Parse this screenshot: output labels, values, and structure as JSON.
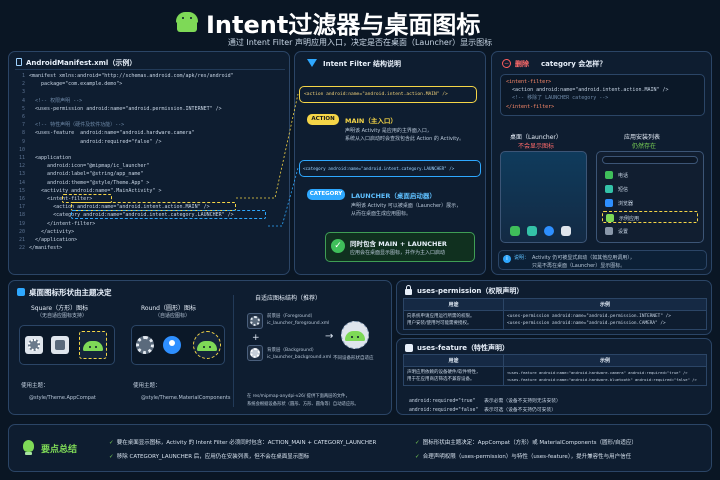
{
  "title": "Intent过滤器与桌面图标",
  "subtitle": "通过 Intent Filter 声明应用入口，决定是否在桌面（Launcher）显示图标",
  "manifest": {
    "title": "AndroidManifest.xml（示例）",
    "lines": [
      "<manifest xmlns:android=\"http://schemas.android.com/apk/res/android\"",
      "    package=\"com.example.demo\">",
      "",
      "  <!-- 权限声明 -->",
      "  <uses-permission android:name=\"android.permission.INTERNET\" />",
      "",
      "  <!-- 特性声明（硬件及软件功能）-->",
      "  <uses-feature  android:name=\"android.hardware.camera\"",
      "                 android:required=\"false\" />",
      "",
      "  <application",
      "      android:icon=\"@mipmap/ic_launcher\"",
      "      android:label=\"@string/app_name\"",
      "      android:theme=\"@style/Theme.App\" >",
      "    <activity android:name=\".MainActivity\" >",
      "      <intent-filter>",
      "        <action android:name=\"android.intent.action.MAIN\" />",
      "        <category android:name=\"android.intent.category.LAUNCHER\" />",
      "      </intent-filter>",
      "    </activity>",
      "  </application>",
      "</manifest>"
    ],
    "numbers": [
      "1",
      "2",
      "3",
      "4",
      "5",
      "6",
      "7",
      "8",
      "9",
      "10",
      "11",
      "12",
      "13",
      "14",
      "15",
      "16",
      "17",
      "18",
      "19",
      "20",
      "21",
      "22"
    ]
  },
  "filter": {
    "title": "Intent Filter 结构说明",
    "action_code": "<action android:name=\"android.intent.action.MAIN\" />",
    "action_tag": "ACTION",
    "action_title": "MAIN（主入口）",
    "action_desc1": "声明该 Activity 是应用的主界面入口，",
    "action_desc2": "系统从入口启动时会查找包含此 Action 的 Activity。",
    "category_code": "<category android:name=\"android.intent.category.LAUNCHER\" />",
    "category_tag": "CATEGORY",
    "category_title": "LAUNCHER（桌面启动器）",
    "category_desc1": "声明该 Activity 可以被桌面（Launcher）展示，",
    "category_desc2": "从而在桌面生成应用图标。",
    "both_title": "同时包含 MAIN + LAUNCHER",
    "both_desc": "应用会在桌面显示图标，并作为主入口启动"
  },
  "remove": {
    "title_pre": "删除",
    "title_post": "category 会怎样？",
    "code": [
      "<intent-filter>",
      "  <action android:name=\"android.intent.action.MAIN\" />",
      "  <!-- 移除了 LAUNCHER category -->",
      "</intent-filter>"
    ],
    "launcher_title": "桌面（Launcher）",
    "launcher_sub": "不会显示图标",
    "apps_title": "应用安装列表",
    "apps_sub": "仍然存在",
    "apps": [
      "电话",
      "短信",
      "浏览器",
      "示例应用",
      "设置"
    ],
    "note_label": "说明：",
    "note1": "Activity 仍可被显式启动（如其他应用调用），",
    "note2": "只是不再在桌面（Launcher）显示图标。"
  },
  "shape": {
    "title": "桌面图标形状由主题决定",
    "square_title": "Square（方形）图标",
    "square_sub": "（无自适应图标支持）",
    "round_title": "Round（圆形）图标",
    "round_sub": "（自适应图标）",
    "theme_label1": "使用主题：",
    "theme1": "@style/Theme.AppCompat",
    "theme_label2": "使用主题：",
    "theme2": "@style/Theme.MaterialComponents",
    "adaptive_title": "自适应图标结构（推荐）",
    "fg1": "前景层（Foreground）",
    "fg2": "ic_launcher_foreground.xml",
    "bg1": "背景层（Background）",
    "bg2": "ic_launcher_background.xml",
    "result": "不同设备形状自适应",
    "note1": "在 res/mipmap-anydpi-v26/ 提供下面两层的文件，",
    "note2": "系统会根据设备形状（圆形、方形、圆角等）自动适应形。"
  },
  "perm": {
    "title": "uses-permission（权限声明）",
    "col1": "用途",
    "col2": "示例",
    "use1": "向系统申请应用运行所需的权限。",
    "use2": "用户安装/使用时可能需要授权。",
    "ex1": "<uses-permission android:name=\"android.permission.INTERNET\" />",
    "ex2": "<uses-permission android:name=\"android.permission.CAMERA\" />"
  },
  "feat": {
    "title": "uses-feature（特性声明）",
    "col1": "用途",
    "col2": "示例",
    "use1": "声明应用依赖的设备硬件/软件特性，",
    "use2": "用于在应用商店筛选不兼容设备。",
    "ex1": "<uses-feature android:name=\"android.hardware.camera\" android:required=\"true\" />",
    "ex2": "<uses-feature android:name=\"android.hardware.bluetooth\" android:required=\"false\" />",
    "req1": "android:required=\"true\"   表示必需（设备不支持则无法安装）",
    "req2": "android:required=\"false\"  表示可选（设备不支持仍可安装）"
  },
  "summary": {
    "title": "要点总结",
    "b1": "要在桌面显示图标，Activity 的 Intent Filter 必须同时包含：ACTION_MAIN + CATEGORY_LAUNCHER",
    "b2": "移除 CATEGORY_LAUNCHER 后，应用仍在安装列表，但不会在桌面显示图标",
    "b3": "图标形状由主题决定：AppCompat（方形）或 MaterialComponents（圆形/自适应）",
    "b4": "合理声明权限（uses-permission）与特性（uses-feature），提升兼容性与用户信任"
  },
  "colors": {
    "accent": "#2ea8ff",
    "yellow": "#f5d547",
    "green": "#7ed957",
    "red": "#ff5d5d",
    "bg": "#0a1624"
  }
}
